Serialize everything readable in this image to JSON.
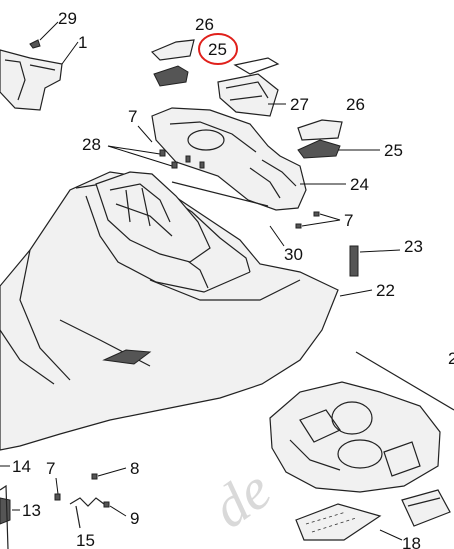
{
  "labels": {
    "p1": "1",
    "p7a": "7",
    "p7b": "7",
    "p7c": "7",
    "p8": "8",
    "p9": "9",
    "p13": "13",
    "p14": "14",
    "p15": "15",
    "p18": "18",
    "p22": "22",
    "p23": "23",
    "p24": "24",
    "p25a": "25",
    "p25b": "25",
    "p26a": "26",
    "p26b": "26",
    "p27": "27",
    "p28": "28",
    "p29": "29",
    "p30": "30",
    "p2_partial": "2"
  },
  "watermark": "de",
  "highlight_color": "#e0201b"
}
